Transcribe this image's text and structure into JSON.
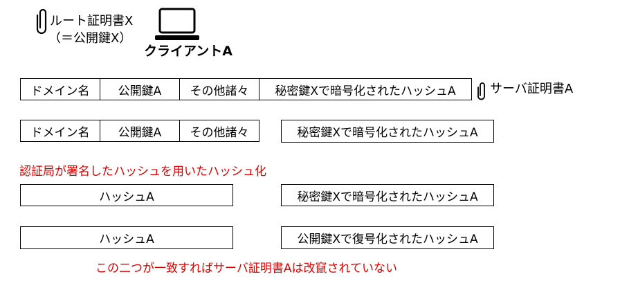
{
  "root_cert": {
    "line1": "ルート証明書X",
    "line2": "（＝公開鍵X）",
    "icon": "paperclip-icon"
  },
  "client": {
    "label": "クライアントA",
    "icon": "laptop-icon"
  },
  "cert_row": {
    "cells": [
      "ドメイン名",
      "公開鍵A",
      "その他諸々",
      "秘密鍵Xで暗号化されたハッシュA"
    ],
    "label": "サーバ証明書A",
    "icon": "paperclip-icon"
  },
  "split_row": {
    "cells": [
      "ドメイン名",
      "公開鍵A",
      "その他諸々"
    ],
    "encrypted": "秘密鍵Xで暗号化されたハッシュA"
  },
  "note_ca": "認証局が署名したハッシュを用いたハッシュ化",
  "compare_row1": {
    "left": "ハッシュA",
    "right": "秘密鍵Xで暗号化されたハッシュA"
  },
  "compare_row2": {
    "left": "ハッシュA",
    "right": "公開鍵Xで復号化されたハッシュA"
  },
  "conclusion": "この二つが一致すればサーバ証明書Aは改竄されていない",
  "colors": {
    "note": "#e00000",
    "border": "#000000"
  }
}
